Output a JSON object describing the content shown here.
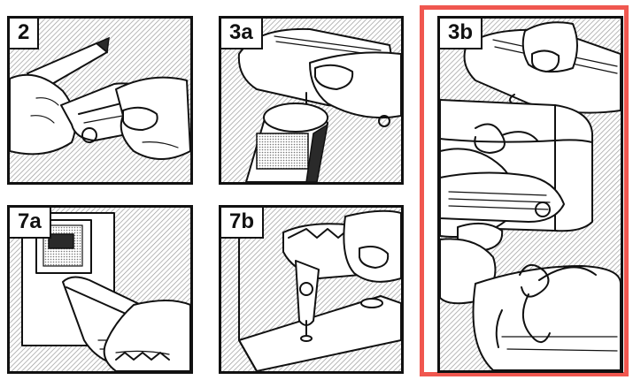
{
  "panels": [
    {
      "id": "2",
      "label": "2"
    },
    {
      "id": "3a",
      "label": "3a"
    },
    {
      "id": "3b",
      "label": "3b"
    },
    {
      "id": "7a",
      "label": "7a"
    },
    {
      "id": "7b",
      "label": "7b"
    }
  ],
  "colors": {
    "highlight_border": "#f0574f",
    "panel_border": "#111111",
    "hatch_background": "#c8c8c8"
  }
}
